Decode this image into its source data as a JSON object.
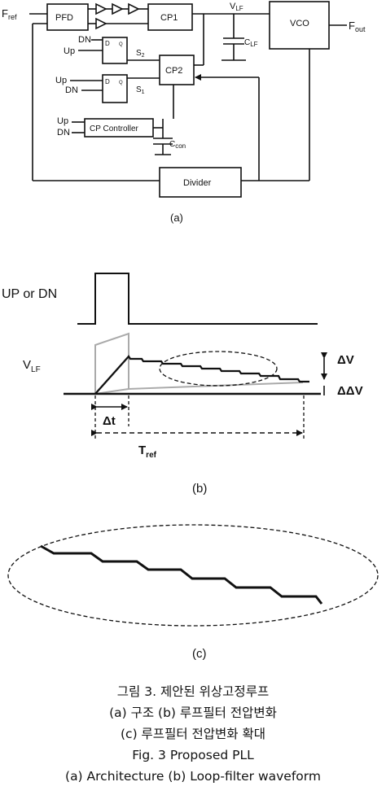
{
  "diagram_a": {
    "input_label": "F",
    "input_sub": "ref",
    "output_label": "F",
    "output_sub": "out",
    "pfd_label": "PFD",
    "cp1_label": "CP1",
    "cp2_label": "CP2",
    "vco_label": "VCO",
    "divider_label": "Divider",
    "cp_controller_label": "CP Controller",
    "vlf_label": "V",
    "vlf_sub": "LF",
    "clf_label": "C",
    "clf_sub": "LF",
    "ccon_label": "C",
    "ccon_sub": "con",
    "ff_top": {
      "dn_label": "DN",
      "up_label": "Up",
      "d_label": "D",
      "q_label": "Q",
      "s_label": "S",
      "s_sub": "2"
    },
    "ff_bottom": {
      "up_label": "Up",
      "dn_label": "DN",
      "d_label": "D",
      "q_label": "Q",
      "s_label": "S",
      "s_sub": "1"
    },
    "ctrl_up_label": "Up",
    "ctrl_dn_label": "DN",
    "sublabel": "(a)"
  },
  "diagram_b": {
    "up_dn_label": "UP or DN",
    "vlf_label": "V",
    "vlf_sub": "LF",
    "delta_v_label": "ΔV",
    "delta_delta_v_label": "ΔΔV",
    "delta_t_label": "Δt",
    "tref_label": "T",
    "tref_sub": "ref",
    "sublabel": "(b)"
  },
  "diagram_c": {
    "sublabel": "(c)"
  },
  "caption": {
    "line1": "그림 3. 제안된 위상고정루프",
    "line2": "(a) 구조 (b) 루프필터 전압변화",
    "line3": "(c) 루프필터 전압변화 확대",
    "line4": "Fig. 3 Proposed PLL",
    "line5": "(a) Architecture (b) Loop-filter waveform"
  }
}
